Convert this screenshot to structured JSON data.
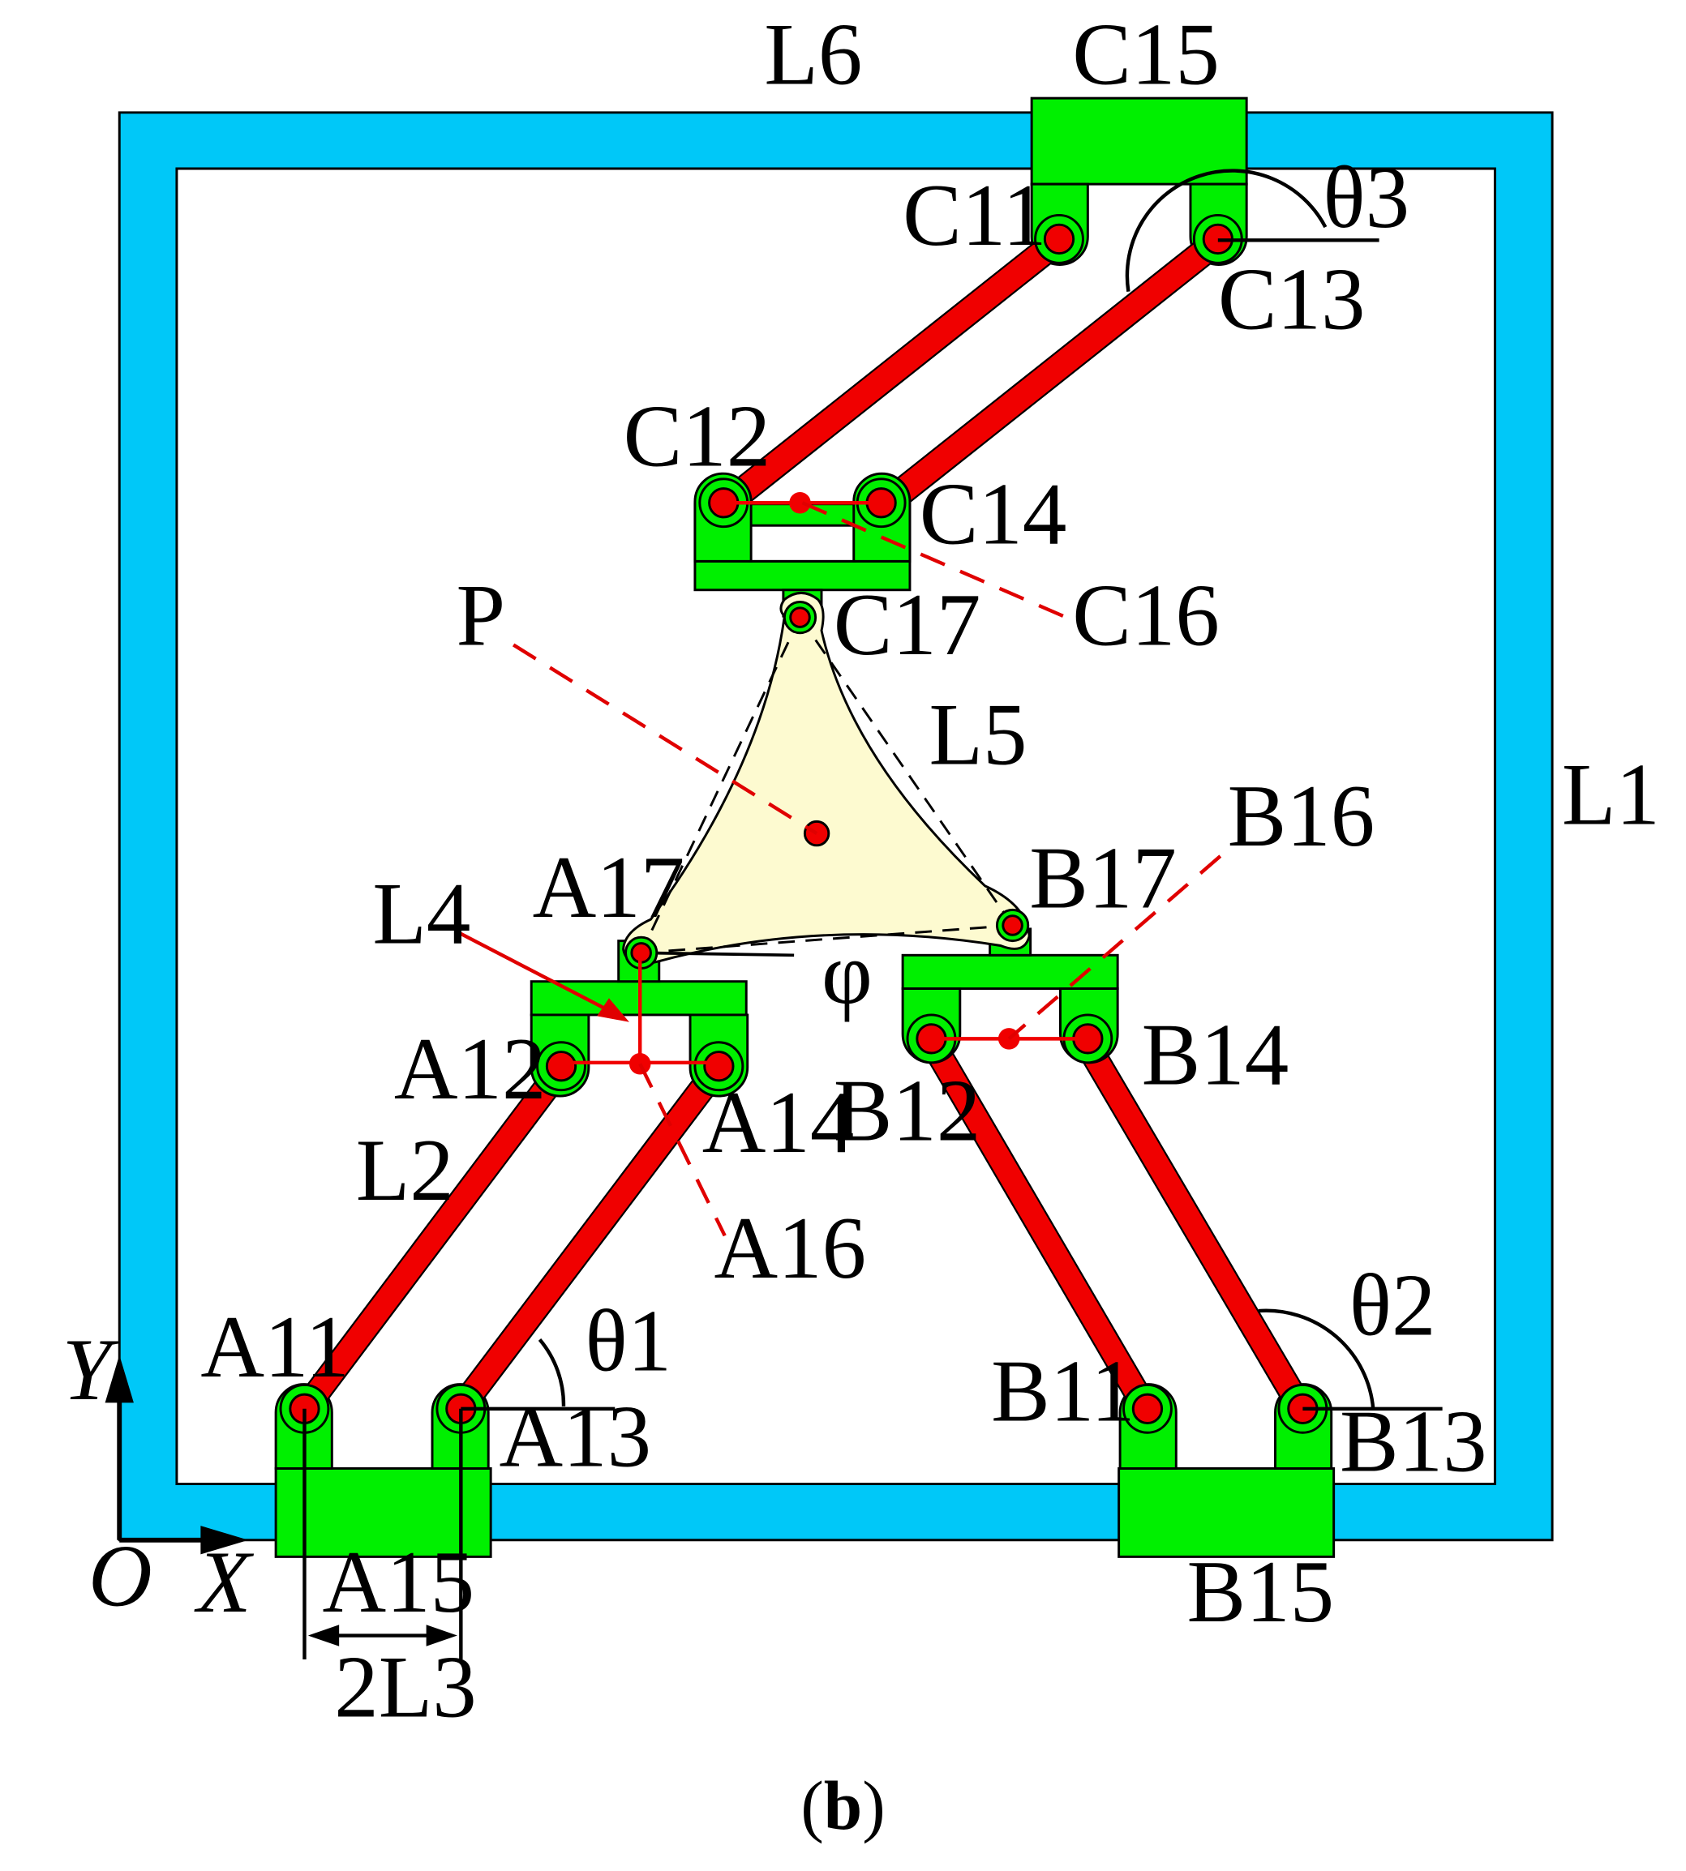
{
  "colors": {
    "frame": "#00c8f8",
    "slider": "#00f000",
    "link": "#f00000",
    "joint": "#f00000",
    "platform": "#fdfad0",
    "dashed": "#e00000",
    "outline": "#000000"
  },
  "labels": {
    "L6": "L6",
    "C15": "C15",
    "C11": "C11",
    "C13": "C13",
    "theta3": "θ3",
    "C12": "C12",
    "C14": "C14",
    "C16": "C16",
    "C17": "C17",
    "P": "P",
    "L5": "L5",
    "L1": "L1",
    "B16": "B16",
    "A17": "A17",
    "B17": "B17",
    "L4": "L4",
    "phi": "φ",
    "A12": "A12",
    "B14": "B14",
    "A14": "A14",
    "B12": "B12",
    "L2": "L2",
    "A16": "A16",
    "theta2": "θ2",
    "theta1": "θ1",
    "A11": "A11",
    "B11": "B11",
    "Y": "Y",
    "A13": "A13",
    "B13": "B13",
    "O": "O",
    "X": "X",
    "A15": "A15",
    "B15": "B15",
    "L3": "2L3"
  },
  "caption": {
    "open": "(",
    "letter": "b",
    "close": ")"
  }
}
